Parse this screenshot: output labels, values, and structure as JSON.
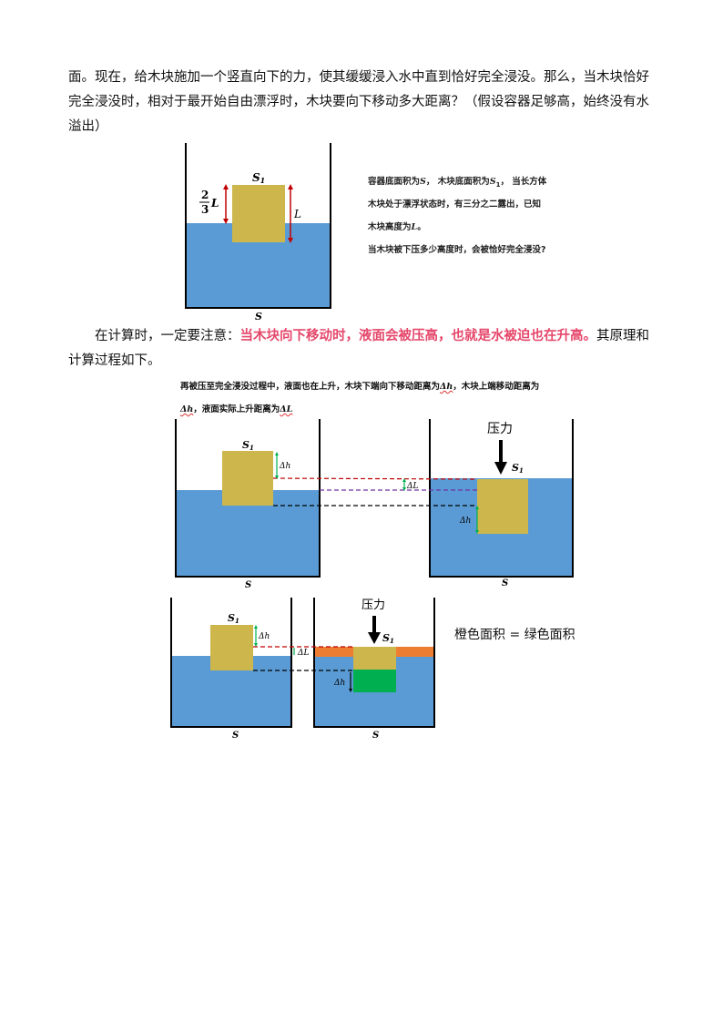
{
  "intro": {
    "line1": "面。现在，给木块施加一个竖直向下的力，使其缓缓浸入水中直到恰好完全浸没。那么，当木块恰好",
    "line2": "完全浸没时，相对于最开始自由漂浮时，木块要向下移动多大距离？（假设容器足够高，始终没有水",
    "line3": "溢出）"
  },
  "figure1": {
    "block_label": "S",
    "block_sub": "1",
    "frac_num": "2",
    "frac_den": "3",
    "frac_var": "L",
    "height_label": "L",
    "container_label": "S",
    "note_line1_a": "容器底面积为",
    "note_line1_s": "S",
    "note_line1_b": "， 木块底面积为",
    "note_line1_s1": "S",
    "note_line1_sub": "1",
    "note_line1_c": "， 当长方体",
    "note_line2": "木块处于漂浮状态时，有三分之二露出，已知",
    "note_line3_a": "木块高度为",
    "note_line3_l": "L",
    "note_line3_b": "。",
    "note_line4": "当木块被下压多少高度时，会被恰好完全浸没?"
  },
  "attention": {
    "prefix": "在计算时，一定要注意：",
    "highlight": "当木块向下移动时，液面会被压高，也就是水被迫也在升高。",
    "suffix_line1": "其原理和",
    "line2": "计算过程如下。"
  },
  "figure2": {
    "caption_a": "再被压至完全浸没过程中，液面也在上升，木块下端向下移动距离为",
    "caption_dh1": "Δh",
    "caption_b": "，木块上端移动距离为",
    "caption_dh2": "Δh",
    "caption_c": "，液面实际上升距离为",
    "caption_dl": "ΔL",
    "s1": "S",
    "sub1": "1",
    "dh": "Δh",
    "dl": "ΔL",
    "s": "S",
    "force": "压力"
  },
  "figure3": {
    "s1": "S",
    "sub1": "1",
    "dh": "Δh",
    "dl": "ΔL",
    "s": "S",
    "force": "压力",
    "equation": "橙色面积 = 绿色面积"
  },
  "colors": {
    "water": "#5b9bd5",
    "block": "#cdb64c",
    "orange": "#ed7d31",
    "green": "#00b050",
    "red_arrow": "#c00000",
    "highlight": "#e5476b"
  }
}
